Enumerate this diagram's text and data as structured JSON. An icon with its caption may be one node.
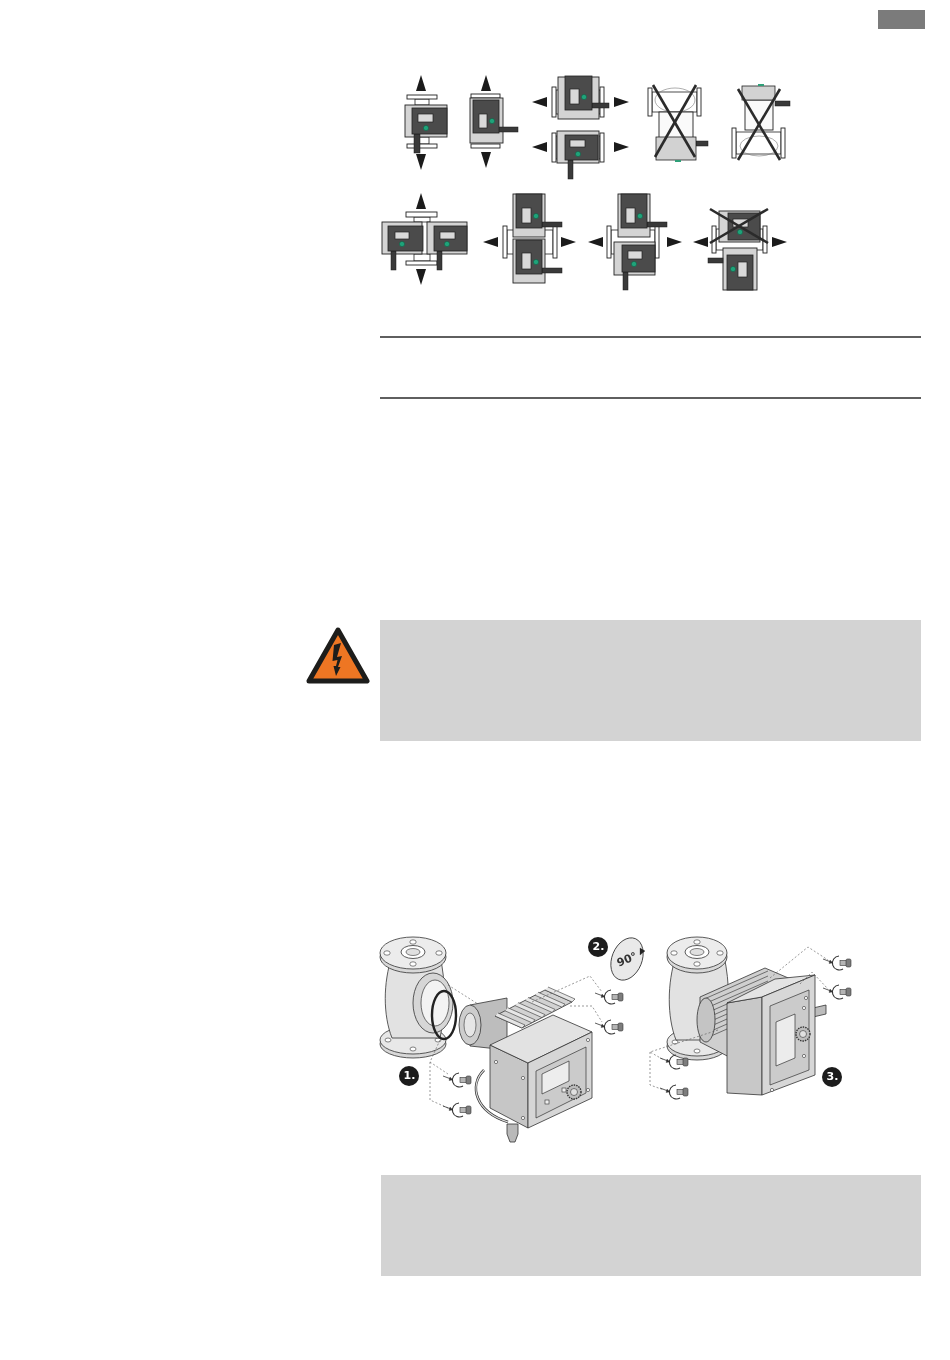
{
  "diagram": {
    "labels": [
      "2.",
      "90°",
      "1.",
      "3."
    ]
  }
}
